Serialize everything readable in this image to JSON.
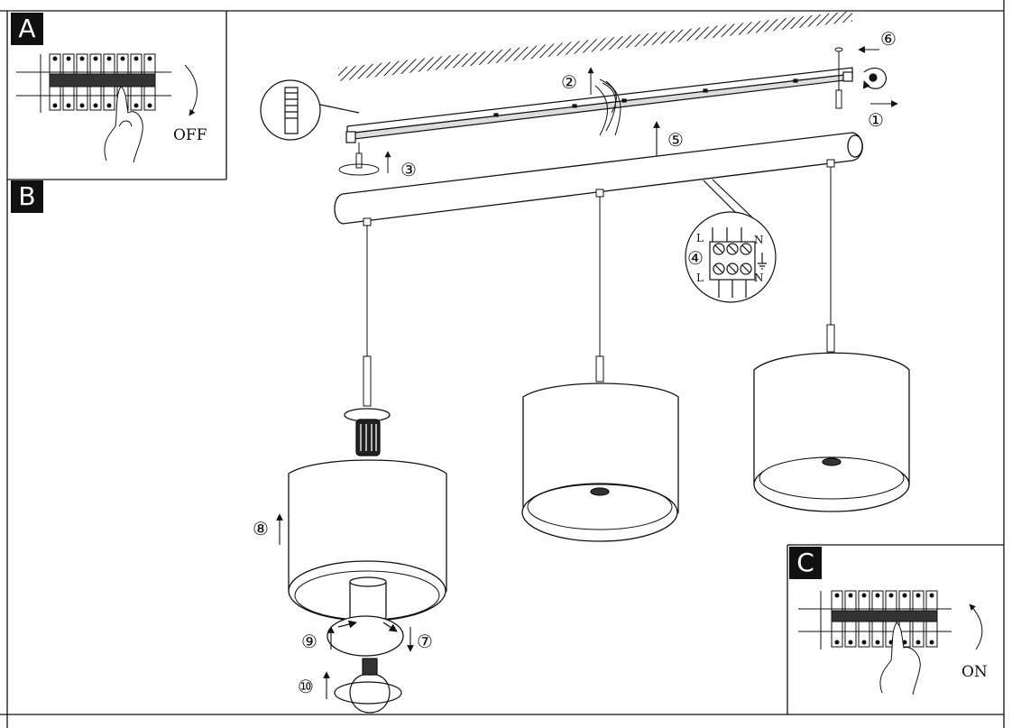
{
  "panels": {
    "a": {
      "letter": "A",
      "switch_label": "OFF",
      "icon": "circuit-breaker-off"
    },
    "b": {
      "letter": "B"
    },
    "c": {
      "letter": "C",
      "switch_label": "ON",
      "icon": "circuit-breaker-on"
    }
  },
  "steps": [
    "①",
    "②",
    "③",
    "④",
    "⑤",
    "⑥",
    "⑦",
    "⑧",
    "⑨",
    "⑩"
  ],
  "terminal_block": {
    "labels": [
      "L",
      "N",
      "L",
      "N"
    ],
    "earth_symbol": "earth-ground-icon"
  },
  "colors": {
    "line": "#1a1a1a",
    "background": "#ffffff",
    "panel_letter_bg": "#111111"
  }
}
